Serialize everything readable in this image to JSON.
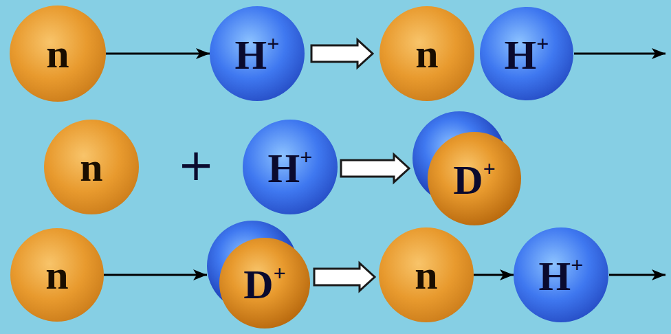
{
  "diagram": {
    "nodes": [
      {
        "text": [
          "n"
        ]
      },
      {
        "text": [
          "H+"
        ]
      },
      {
        "text": [
          "n"
        ]
      },
      {
        "text": [
          "H+"
        ]
      },
      {
        "text": [
          "n"
        ]
      },
      {
        "text": [
          "H+"
        ]
      },
      {
        "text": [
          "D+"
        ]
      },
      {
        "text": [
          "n"
        ]
      },
      {
        "text": [
          "D+"
        ]
      },
      {
        "text": [
          "n"
        ]
      },
      {
        "text": [
          "H+"
        ]
      }
    ],
    "edges": [
      {
        "from": 0,
        "to": 1,
        "arrow": "to"
      },
      {
        "from": 1,
        "to": 2,
        "arrow": "to"
      },
      {
        "from": 5,
        "to": 6,
        "arrow": "to"
      },
      {
        "from": 7,
        "to": 8,
        "arrow": "to"
      },
      {
        "from": 8,
        "to": 9,
        "arrow": "to"
      },
      {
        "from": 9,
        "to": 10,
        "arrow": "to"
      }
    ],
    "labels": [
      "+"
    ]
  }
}
